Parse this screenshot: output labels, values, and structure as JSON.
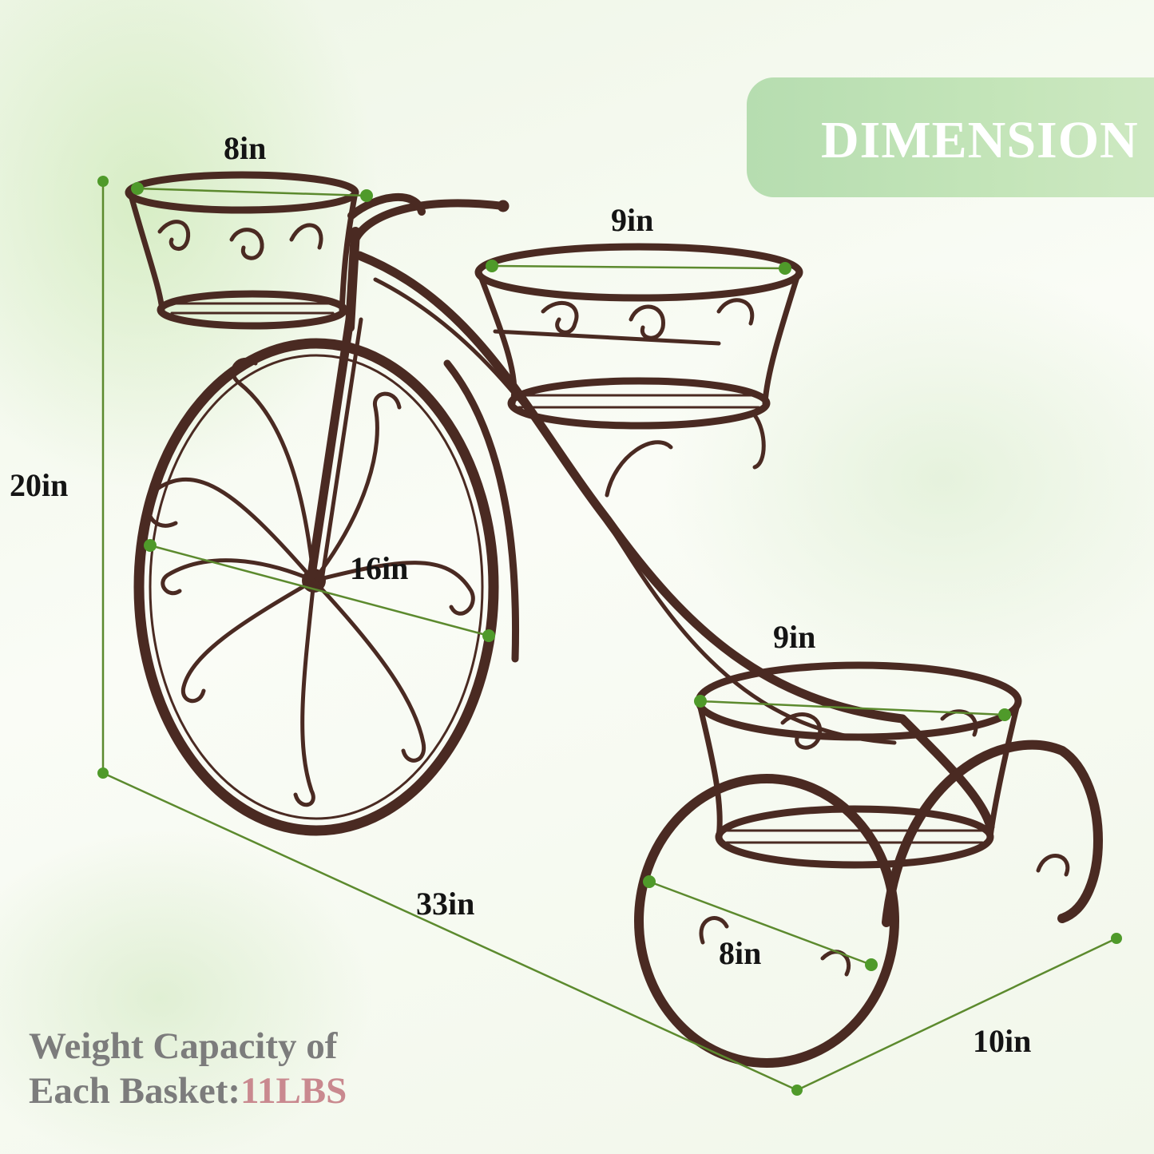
{
  "banner": {
    "title": "DIMENSION"
  },
  "dimensions": {
    "front_basket": "8in",
    "middle_basket": "9in",
    "rear_basket": "9in",
    "front_wheel": "16in",
    "rear_wheel": "8in",
    "height": "20in",
    "length": "33in",
    "width": "10in"
  },
  "capacity": {
    "line1": "Weight Capacity of",
    "line2_label": "Each Basket:",
    "line2_value": "11LBS"
  },
  "colors": {
    "metal": "#4a2a22",
    "dimension_line": "#5c8a2e",
    "marker": "#4f9a2a",
    "banner": "#bfe2b5",
    "capacity_value": "#c9898f"
  }
}
